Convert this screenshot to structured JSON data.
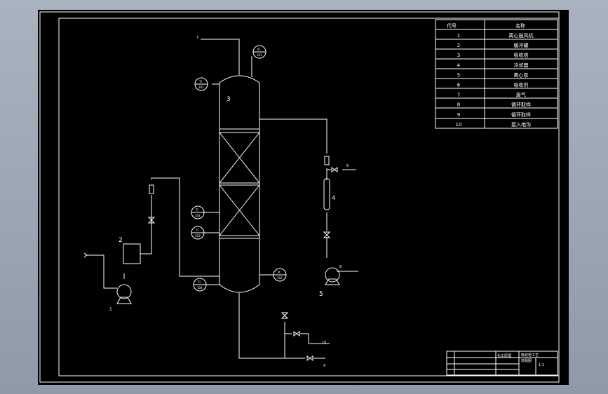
{
  "parts_table": {
    "header": {
      "code": "代号",
      "name": "名称"
    },
    "rows": [
      {
        "code": "1",
        "name": "离心鼓风机"
      },
      {
        "code": "2",
        "name": "缓冲罐"
      },
      {
        "code": "3",
        "name": "吸收塔"
      },
      {
        "code": "4",
        "name": "冷却器"
      },
      {
        "code": "5",
        "name": "离心泵"
      },
      {
        "code": "6",
        "name": "吸收剂"
      },
      {
        "code": "7",
        "name": "废气"
      },
      {
        "code": "8",
        "name": "循环取样"
      },
      {
        "code": "9",
        "name": "循环取样"
      },
      {
        "code": "10",
        "name": "接入地沟"
      }
    ]
  },
  "equipment_labels": {
    "blower": "1",
    "buffer_tank": "2",
    "column": "3",
    "cooler": "4",
    "pump": "5"
  },
  "stream_labels": {
    "top_vent": "7",
    "cooler_feed": "6",
    "pump_outlet": "8",
    "drain_branch": "10",
    "drain_outlet": "9"
  },
  "instruments": [
    {
      "id": "pi-top",
      "top": "PI",
      "bottom": "101"
    },
    {
      "id": "ti-top",
      "top": "TI",
      "bottom": "101"
    },
    {
      "id": "ti-mid1",
      "top": "TI",
      "bottom": "102"
    },
    {
      "id": "ti-mid2",
      "top": "TI",
      "bottom": "103"
    },
    {
      "id": "ti-bottom",
      "top": "TI",
      "bottom": "104"
    },
    {
      "id": "pi-bottom",
      "top": "PI",
      "bottom": "102"
    }
  ],
  "title_block": {
    "drawing_name": "吸收塔工艺",
    "subtitle": "流程图",
    "company": "化工原理",
    "scale": "1:1"
  }
}
